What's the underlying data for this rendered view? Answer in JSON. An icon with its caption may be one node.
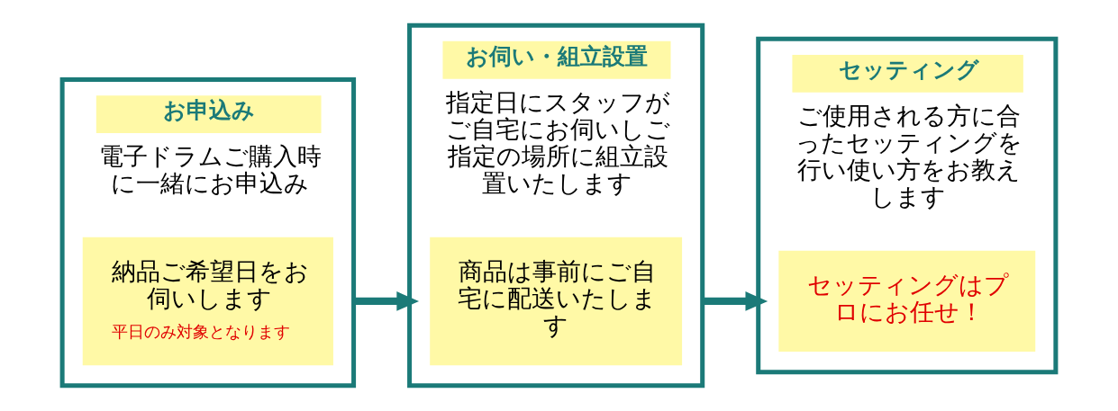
{
  "diagram": {
    "nodes": [
      {
        "text": [
          "お申込み",
          "電子ドラムご購入時に一緒にお申込み"
        ]
      },
      {
        "text": [
          "納品ご希望日をお伺いします",
          "平日のみ対象となります"
        ],
        "in": 0
      },
      {
        "text": [
          "お伺い・組立設置",
          "指定日にスタッフがご自宅にお伺いしご指定の場所に組立設置いたします"
        ]
      },
      {
        "text": [
          "商品は事前にご自宅に配送いたします"
        ],
        "in": 2
      },
      {
        "text": [
          "セッティング",
          "ご使用される方に合ったセッティングを行い使い方をお教えします"
        ]
      },
      {
        "text": [
          "セッティングはプロにお任せ！"
        ],
        "in": 4
      }
    ],
    "edges": [
      {
        "from": 0,
        "to": 2,
        "arrow": "to"
      },
      {
        "from": 2,
        "to": 4,
        "arrow": "to"
      }
    ]
  }
}
